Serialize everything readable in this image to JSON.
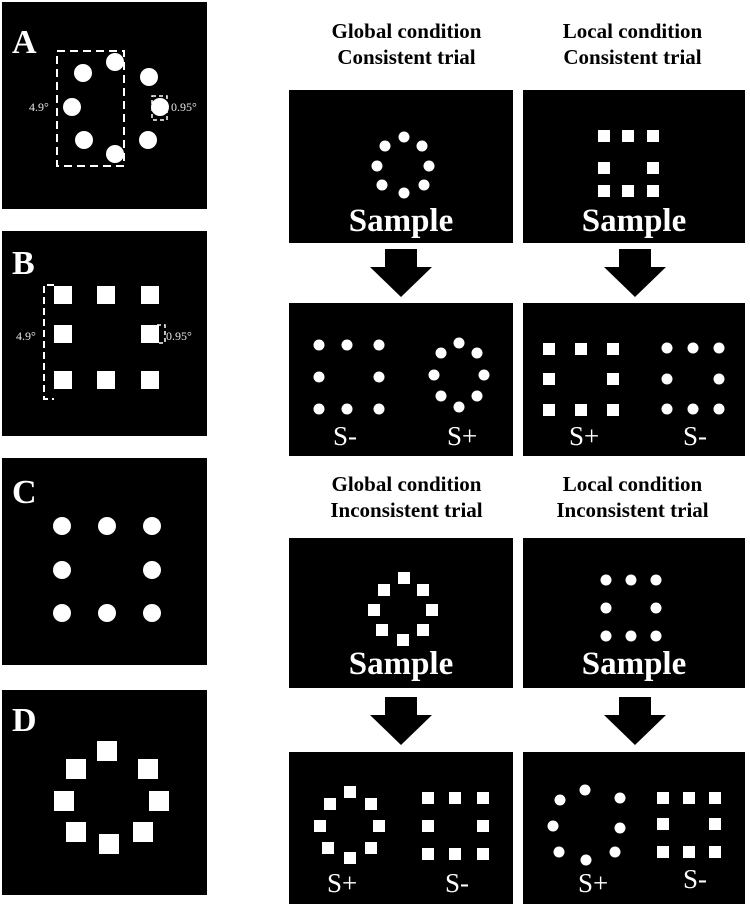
{
  "figure": {
    "panel_letters": {
      "a": "A",
      "b": "B",
      "c": "C",
      "d": "D"
    },
    "measurements": {
      "size_large": "4.9°",
      "size_small": "0.95°"
    },
    "column_headers": {
      "global_consistent": {
        "line1": "Global condition",
        "line2": "Consistent trial"
      },
      "local_consistent": {
        "line1": "Local condition",
        "line2": "Consistent trial"
      },
      "global_inconsistent": {
        "line1": "Global condition",
        "line2": "Inconsistent trial"
      },
      "local_inconsistent": {
        "line1": "Local condition",
        "line2": "Inconsistent trial"
      }
    },
    "sample_label": "Sample",
    "choice_labels": {
      "positive": "S+",
      "negative": "S-"
    },
    "colors": {
      "panel_background": "#000000",
      "stimulus": "#ffffff"
    }
  }
}
